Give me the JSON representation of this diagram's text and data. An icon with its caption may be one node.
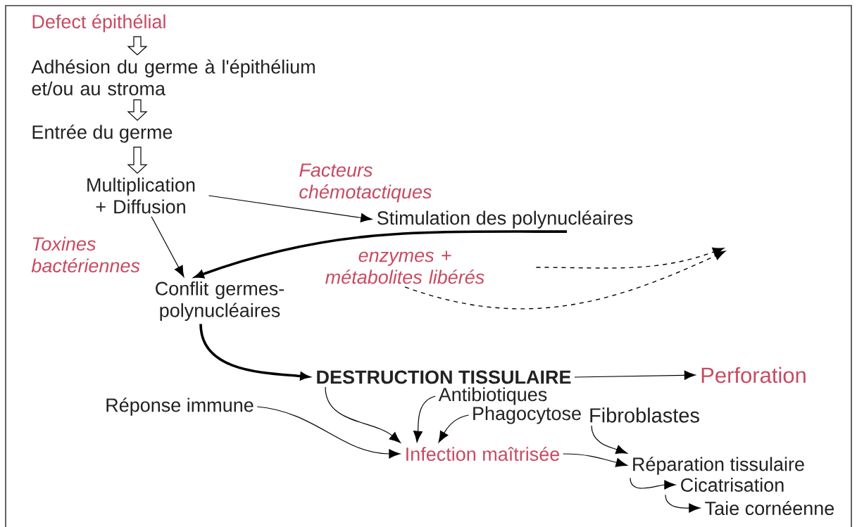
{
  "diagram": {
    "nodes": [
      {
        "text": [
          "Defect épithélial"
        ]
      },
      {
        "text": [
          "Adhésion du germe à l'épithélium et/ou au stroma"
        ]
      },
      {
        "text": [
          "Entrée du germe"
        ]
      },
      {
        "text": [
          "Multiplication + Diffusion"
        ]
      },
      {
        "text": [
          "Stimulation des polynucléaires"
        ]
      },
      {
        "text": [
          "Conflit germes-polynucléaires"
        ]
      },
      {
        "text": [
          "DESTRUCTION TISSULAIRE"
        ]
      },
      {
        "text": [
          "Perforation"
        ]
      },
      {
        "text": [
          "Réponse immune"
        ]
      },
      {
        "text": [
          "Antibiotiques"
        ]
      },
      {
        "text": [
          "Phagocytose"
        ]
      },
      {
        "text": [
          "Infection maîtrisée"
        ]
      },
      {
        "text": [
          "Fibroblastes"
        ]
      },
      {
        "text": [
          "Réparation tissulaire"
        ]
      },
      {
        "text": [
          "Cicatrisation"
        ]
      },
      {
        "text": [
          "Taie cornéenne"
        ]
      },
      {
        "text": [
          "enzymes + métabolites libérés"
        ]
      }
    ],
    "edges": [
      {
        "from": 0,
        "to": 1,
        "arrow": "to"
      },
      {
        "from": 1,
        "to": 2,
        "arrow": "to"
      },
      {
        "from": 2,
        "to": 3,
        "arrow": "to"
      },
      {
        "from": 3,
        "to": 4,
        "arrow": "to",
        "label": "Facteurs chémotactiques"
      },
      {
        "from": 3,
        "to": 5,
        "arrow": "to",
        "label": "Toxines bactériennes"
      },
      {
        "from": 4,
        "to": 5,
        "arrow": "to",
        "style": "thick"
      },
      {
        "from": 5,
        "to": 6,
        "arrow": "to",
        "style": "thick"
      },
      {
        "from": 6,
        "to": 7,
        "arrow": "to"
      },
      {
        "from": 6,
        "to": 11,
        "arrow": "to"
      },
      {
        "from": 8,
        "to": 11,
        "arrow": "to"
      },
      {
        "from": 9,
        "to": 11,
        "arrow": "to"
      },
      {
        "from": 10,
        "to": 11,
        "arrow": "to"
      },
      {
        "from": 11,
        "to": 13,
        "arrow": "to"
      },
      {
        "from": 12,
        "to": 13,
        "arrow": "to"
      },
      {
        "from": 13,
        "to": 14,
        "arrow": "to"
      },
      {
        "from": 14,
        "to": 15,
        "arrow": "to"
      },
      {
        "from": 16,
        "to": null,
        "arrow": "to",
        "style": "dashed"
      },
      {
        "from": 16,
        "to": null,
        "arrow": "to",
        "style": "dashed"
      }
    ]
  }
}
